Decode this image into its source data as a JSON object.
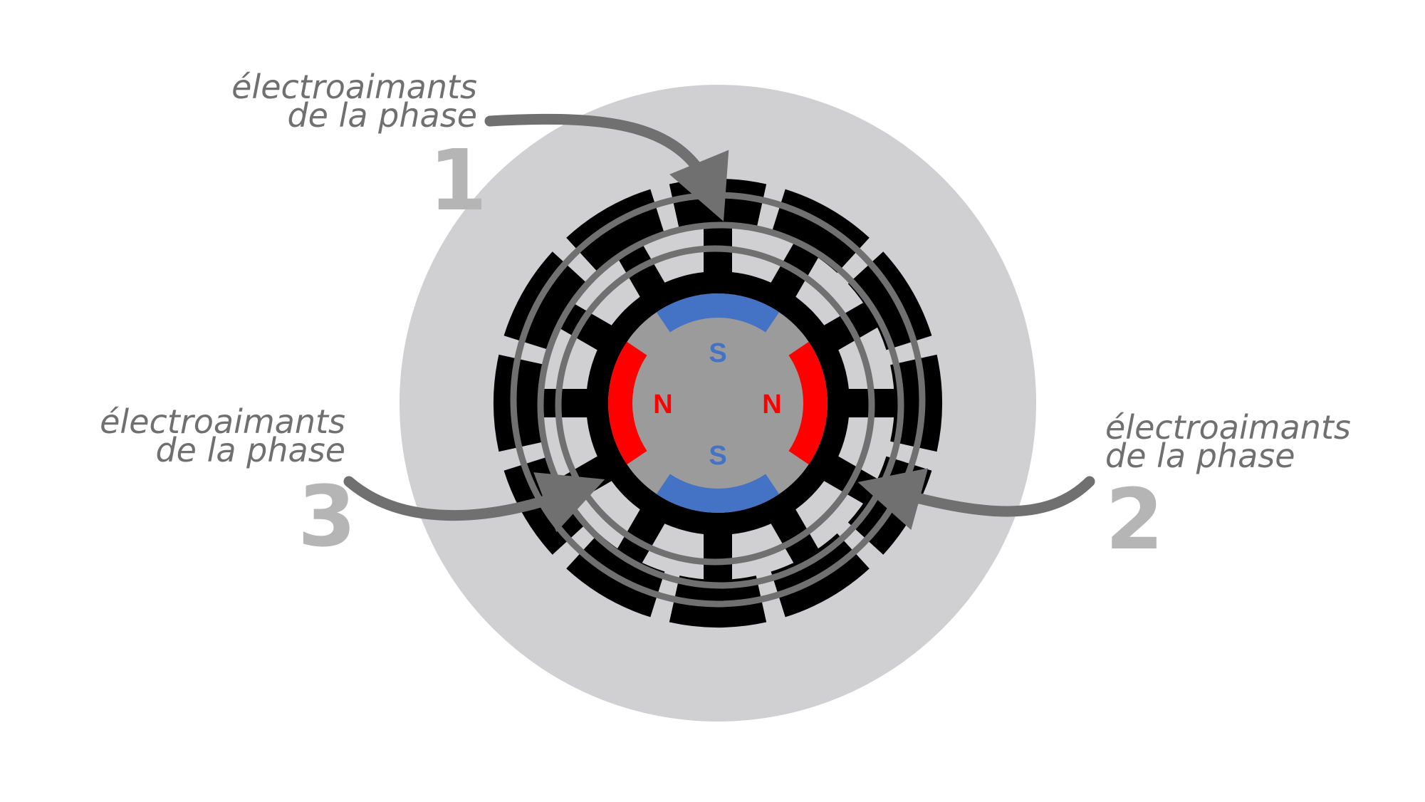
{
  "colors": {
    "background_disc": "#d0cfd1",
    "stator": "#000000",
    "rotor": "#9b9b9b",
    "pole_north": "#ff0000",
    "pole_south": "#4472c4",
    "winding": "#707070",
    "label_text": "#707070",
    "phase_number": "#b5b5b5"
  },
  "phases": [
    {
      "id": "1",
      "line1": "électroaimants",
      "line2": "de la phase",
      "number": "1"
    },
    {
      "id": "2",
      "line1": "électroaimants",
      "line2": "de la phase",
      "number": "2"
    },
    {
      "id": "3",
      "line1": "électroaimants",
      "line2": "de la phase",
      "number": "3"
    }
  ],
  "rotor_poles": {
    "top": "S",
    "bottom": "S",
    "left": "N",
    "right": "N"
  }
}
